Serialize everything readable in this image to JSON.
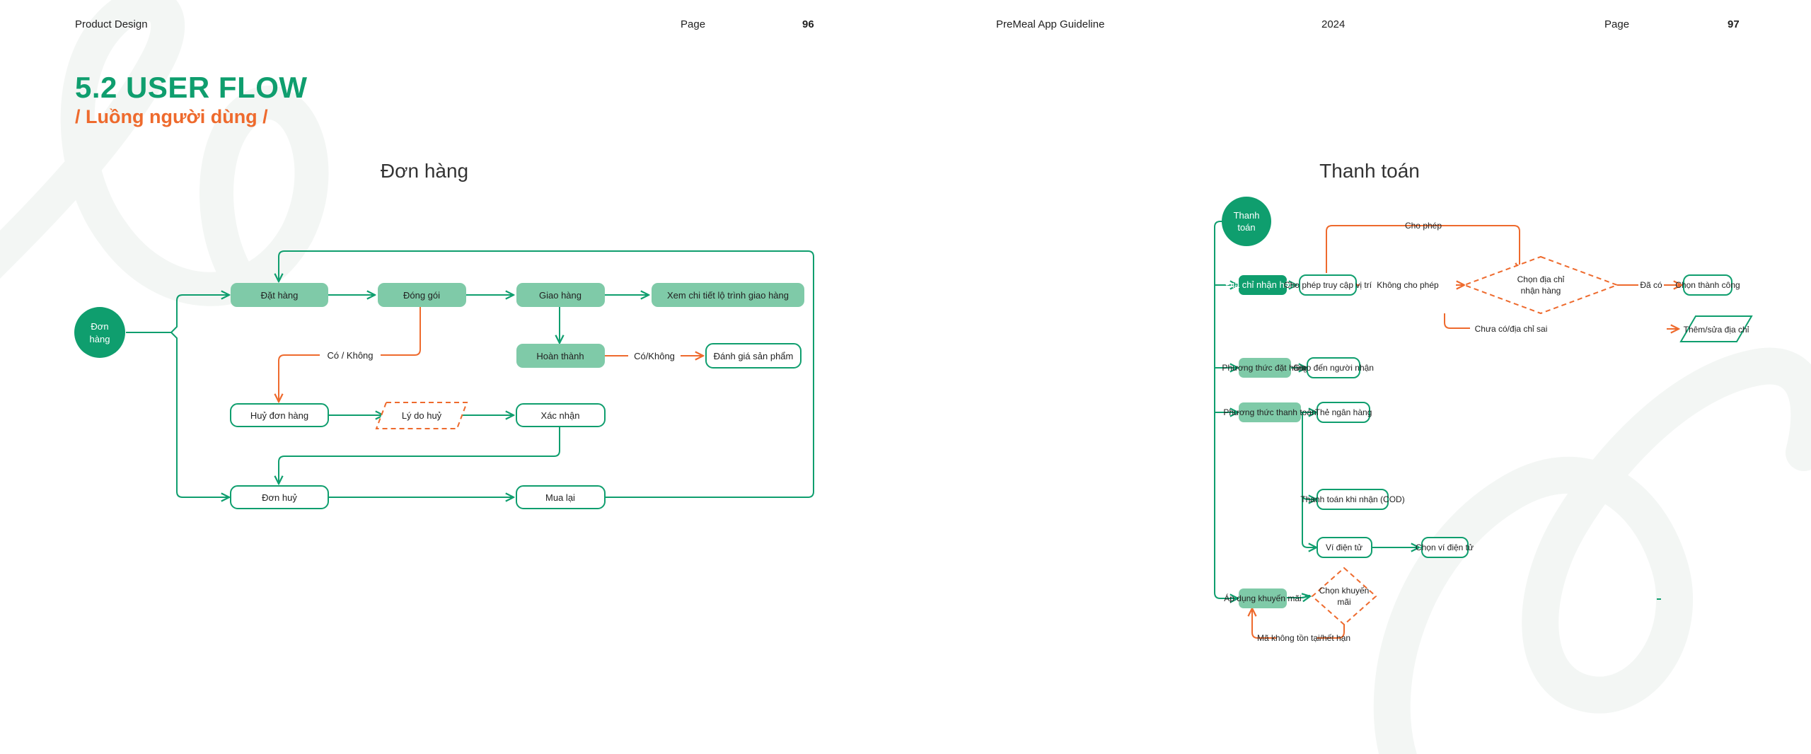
{
  "colors": {
    "primary_green": "#0f9e6e",
    "light_green": "#7fcaa8",
    "orange": "#ee6a2d",
    "decor": "#f3f6f4"
  },
  "header": {
    "left_page": {
      "section": "Product Design",
      "page_label": "Page",
      "page_number": "96"
    },
    "right_page": {
      "guide": "PreMeal App Guideline",
      "year": "2024",
      "page_label": "Page",
      "page_number": "97"
    }
  },
  "section": {
    "title": "5.2 USER FLOW",
    "subtitle": "/ Luồng người dùng /"
  },
  "order_flow": {
    "heading": "Đơn hàng",
    "nodes": {
      "start": [
        "Đơn",
        "hàng"
      ],
      "place_order": "Đặt hàng",
      "packing": "Đóng gói",
      "delivery": "Giao hàng",
      "view_delivery": "Xem chi tiết lộ trình giao hàng",
      "complete": "Hoàn thành",
      "rate_product": "Đánh giá sản phẩm",
      "cancel_order": "Huỷ đơn hàng",
      "cancel_reason": "Lý do huỷ",
      "confirm": "Xác nhận",
      "cancelled_order": "Đơn huỷ",
      "buy_again": "Mua lại"
    },
    "edge_labels": {
      "yes_no_1": "Có / Không",
      "yes_no_2": "Có/Không"
    }
  },
  "payment_flow": {
    "heading": "Thanh toán",
    "nodes": {
      "start": [
        "Thanh",
        "toán"
      ],
      "address": "Địa chỉ nhận hàng",
      "allow_location": "Cho phép truy cập vị trí",
      "choose_address": [
        "Chọn địa chỉ",
        "nhận hàng"
      ],
      "choose_success": "Chọn thành công",
      "add_edit_address": "Thêm/sửa địa chỉ",
      "order_method": "Phương thức đặt hàng",
      "deliver_to_recipient": "Giao đến người nhận",
      "payment_method": "Phương thức thanh toán",
      "bank_card": "Thẻ ngân hàng",
      "cod": "Thanh toán khi nhận (COD)",
      "ewallet": "Ví điện tử",
      "choose_ewallet": "Chọn ví điện tử",
      "apply_promo": "Áp dụng khuyến mãi",
      "choose_promo": [
        "Chọn khuyến",
        "mãi"
      ]
    },
    "edge_labels": {
      "allow": "Cho phép",
      "not_allow": "Không cho phép",
      "has": "Đã có",
      "none_or_wrong": "Chưa có/địa chỉ sai",
      "invalid_code": "Mã không tồn tại/hết hạn"
    }
  }
}
